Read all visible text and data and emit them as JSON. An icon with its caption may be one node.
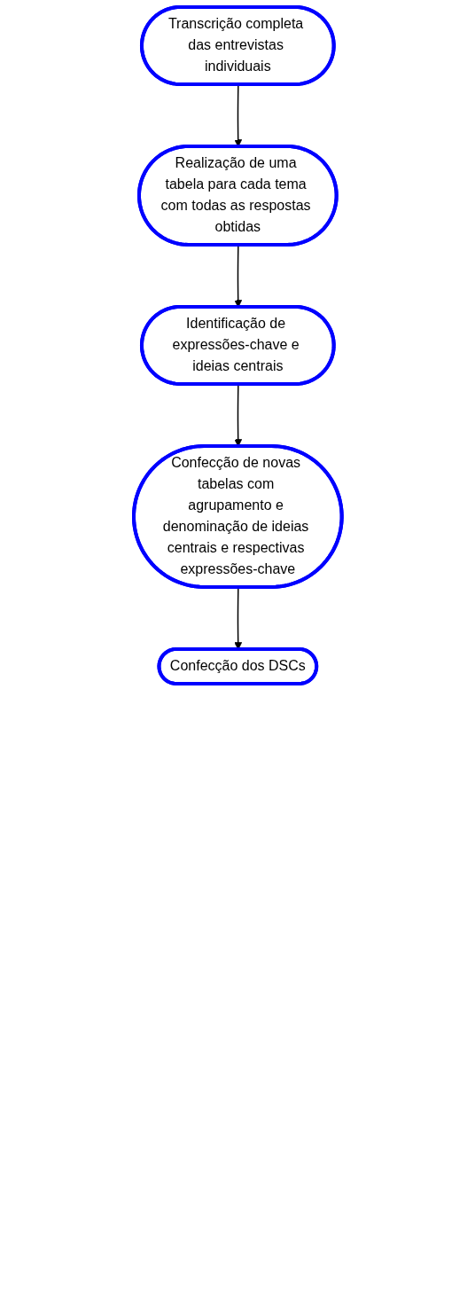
{
  "diagram": {
    "nodes": [
      {
        "text": [
          "Transcrição completa das entrevistas individuais"
        ]
      },
      {
        "text": [
          "Realização de uma tabela para cada tema com todas as respostas obtidas"
        ]
      },
      {
        "text": [
          "Identificação de expressões-chave e ideias centrais"
        ]
      },
      {
        "text": [
          "Confecção de novas tabelas com agrupamento e denominação de ideias centrais e respectivas expressões-chave"
        ]
      },
      {
        "text": [
          "Confecção dos DSCs"
        ]
      }
    ],
    "edges": [
      {
        "from": 0,
        "to": 1,
        "arrow": "to"
      },
      {
        "from": 1,
        "to": 2,
        "arrow": "to"
      },
      {
        "from": 2,
        "to": 3,
        "arrow": "to"
      },
      {
        "from": 3,
        "to": 4,
        "arrow": "to"
      }
    ]
  }
}
